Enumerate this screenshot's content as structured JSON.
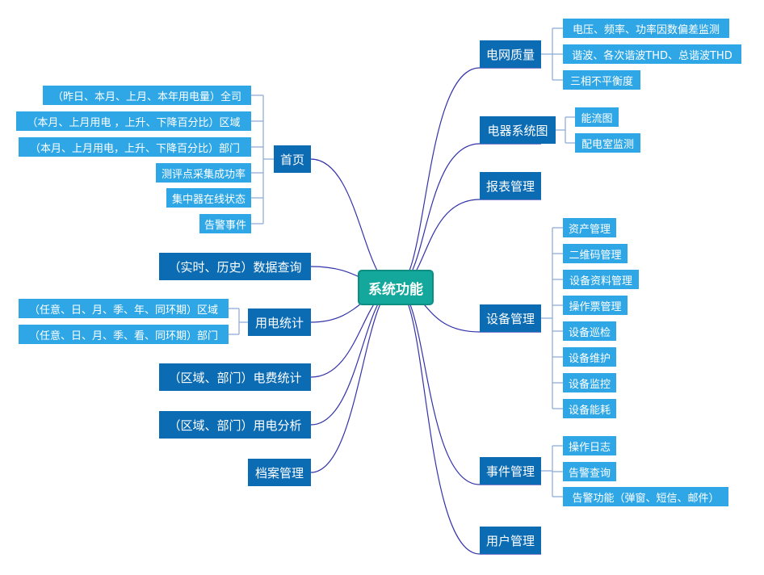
{
  "root": {
    "label": "系统功能"
  },
  "right": [
    {
      "label": "电网质量",
      "children": [
        "电压、频率、功率因数偏差监测",
        "谐波、各次谐波THD、总谐波THD",
        "三相不平衡度"
      ]
    },
    {
      "label": "电器系统图",
      "children": [
        "能流图",
        "配电室监测"
      ]
    },
    {
      "label": "报表管理",
      "children": []
    },
    {
      "label": "设备管理",
      "children": [
        "资产管理",
        "二维码管理",
        "设备资料管理",
        "操作票管理",
        "设备巡检",
        "设备维护",
        "设备监控",
        "设备能耗"
      ]
    },
    {
      "label": "事件管理",
      "children": [
        "操作日志",
        "告警查询",
        "告警功能（弹窗、短信、邮件）"
      ]
    },
    {
      "label": "用户管理",
      "children": []
    }
  ],
  "left": [
    {
      "label": "首页",
      "children": [
        "（昨日、本月、上月、本年用电量）全司",
        "（本月、上月用电 ，上升、下降百分比）区域",
        "（本月、上月用电，上升、下降百分比）部门",
        "测评点采集成功率",
        "集中器在线状态",
        "告警事件"
      ]
    },
    {
      "label": "（实时、历史）数据查询",
      "children": []
    },
    {
      "label": "用电统计",
      "children": [
        "（任意、日、月、季、年、同环期）区域",
        "（任意、日、月、季、看、同环期）部门"
      ]
    },
    {
      "label": "（区域、部门）电费统计",
      "children": []
    },
    {
      "label": "（区域、部门）用电分析",
      "children": []
    },
    {
      "label": "档案管理",
      "children": []
    }
  ],
  "colors": {
    "root": "#13a89b",
    "main": "#0b6bb3",
    "leaf": "#2fa7e6",
    "line": "#3333aa",
    "bracket": "#8aa9d6"
  }
}
